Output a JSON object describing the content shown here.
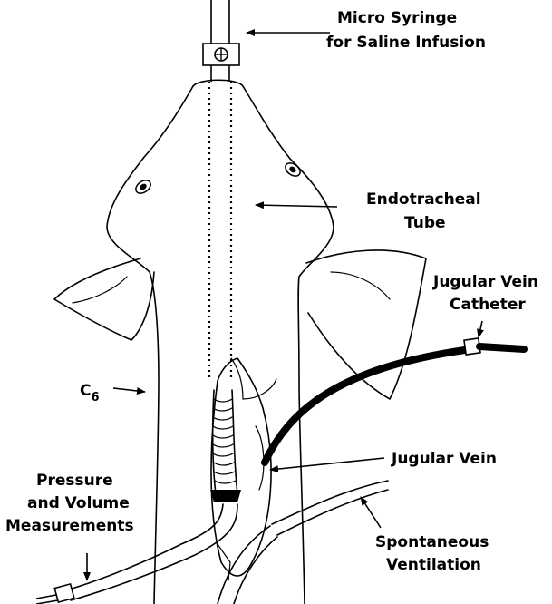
{
  "labels": {
    "micro_syringe_line1": "Micro Syringe",
    "micro_syringe_line2": "for Saline Infusion",
    "endotracheal_line1": "Endotracheal",
    "endotracheal_line2": "Tube",
    "jugular_catheter_line1": "Jugular Vein",
    "jugular_catheter_line2": "Catheter",
    "c6_main": "C",
    "c6_sub": "6",
    "jugular_vein": "Jugular Vein",
    "pressure_line1": "Pressure",
    "pressure_line2": "and Volume",
    "pressure_line3": "Measurements",
    "spontaneous_line1": "Spontaneous",
    "spontaneous_line2": "Ventilation"
  },
  "colors": {
    "line": "#000000",
    "background": "#ffffff"
  }
}
